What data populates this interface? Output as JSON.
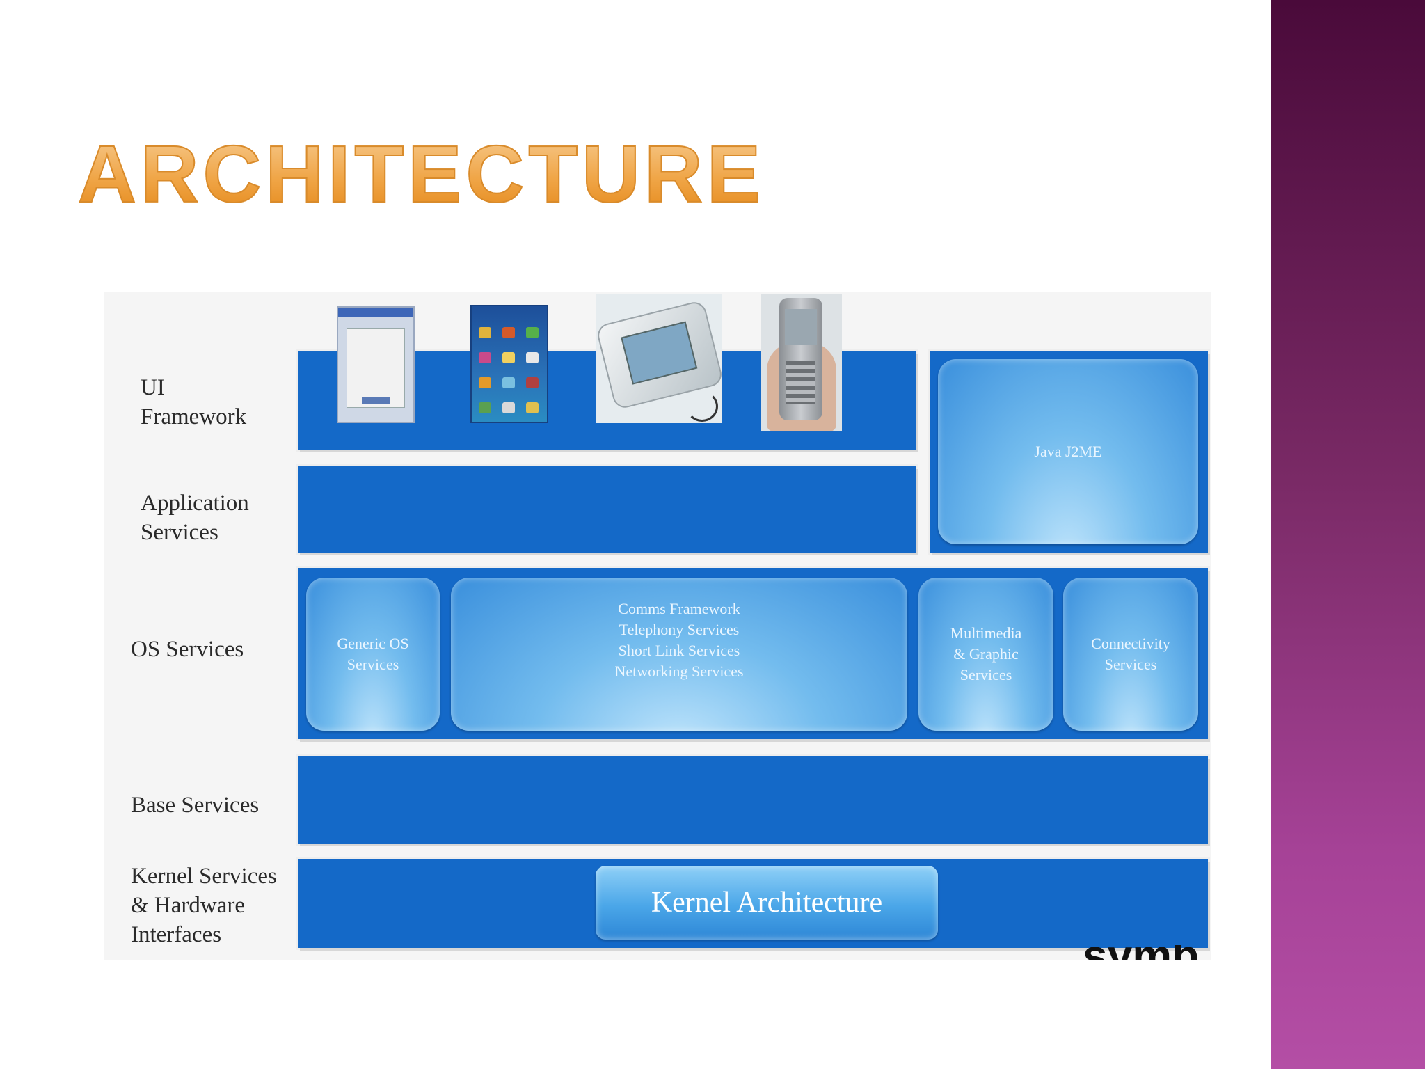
{
  "slide": {
    "title": "Architecture",
    "side_band_colors": [
      "#4a0a3a",
      "#b44ea5"
    ]
  },
  "diagram": {
    "band_color": "#1469c8",
    "row_labels": {
      "ui_framework": "UI\nFramework",
      "application_services": "Application\nServices",
      "os_services": "OS Services",
      "base_services": "Base Services",
      "kernel_services": "Kernel Services\n & Hardware\nInterfaces"
    },
    "java_box": "Java J2ME",
    "os_boxes": {
      "generic": "Generic OS\nServices",
      "comms": "Comms Framework\nTelephony Services\nShort Link Services\nNetworking Services",
      "multimedia": "Multimedia\n& Graphic\nServices",
      "connectivity": "Connectivity\nServices"
    },
    "kernel_box": "Kernel Architecture",
    "device_images": [
      "emulator-screenshot",
      "phone-menu-screenshot",
      "communicator-device",
      "handheld-phone"
    ],
    "logo_partial_text": "symb"
  }
}
